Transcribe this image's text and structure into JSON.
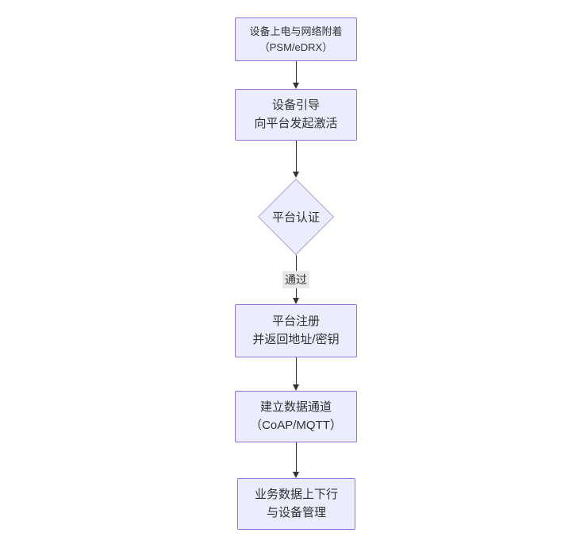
{
  "diagram": {
    "type": "flowchart",
    "direction": "top-down",
    "colors": {
      "node_fill": "#ECECFF",
      "node_border": "#9370DB",
      "diamond_border": "#b0a3dd",
      "arrow": "#333333",
      "edge_label_bg": "#e8e8e8",
      "text": "#333333",
      "background": "#ffffff"
    },
    "nodes": [
      {
        "id": "n1",
        "shape": "rect",
        "lines": [
          "设备上电与网络附着",
          "（PSM/eDRX）"
        ]
      },
      {
        "id": "n2",
        "shape": "rect",
        "lines": [
          "设备引导",
          "向平台发起激活"
        ]
      },
      {
        "id": "n3",
        "shape": "diamond",
        "lines": [
          "平台认证"
        ]
      },
      {
        "id": "n4",
        "shape": "rect",
        "lines": [
          "平台注册",
          "并返回地址/密钥"
        ]
      },
      {
        "id": "n5",
        "shape": "rect",
        "lines": [
          "建立数据通道",
          "（CoAP/MQTT）"
        ]
      },
      {
        "id": "n6",
        "shape": "rect",
        "lines": [
          "业务数据上下行",
          "与设备管理"
        ]
      }
    ],
    "edges": [
      {
        "from": "n1",
        "to": "n2",
        "label": ""
      },
      {
        "from": "n2",
        "to": "n3",
        "label": ""
      },
      {
        "from": "n3",
        "to": "n4",
        "label": "通过"
      },
      {
        "from": "n4",
        "to": "n5",
        "label": ""
      },
      {
        "from": "n5",
        "to": "n6",
        "label": ""
      }
    ]
  }
}
